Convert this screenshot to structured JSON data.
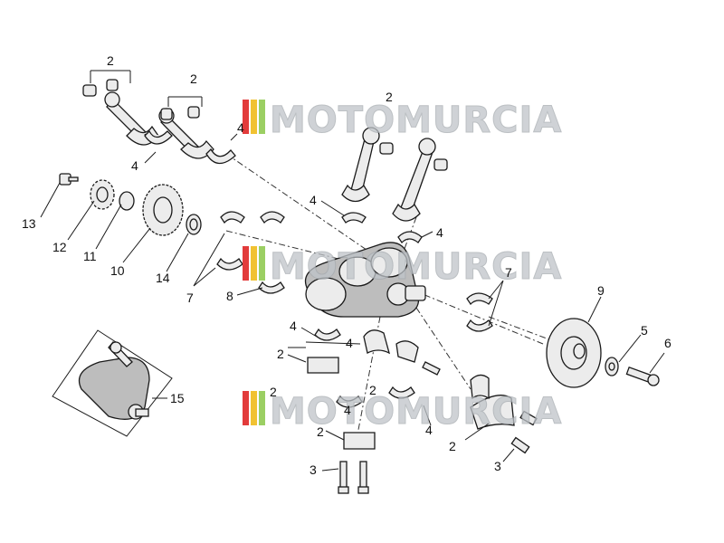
{
  "watermark": {
    "text": "MOTOMURCIA",
    "colors": [
      "#e23b3b",
      "#f1c232",
      "#9bcf63",
      "#bfc4c9"
    ]
  },
  "callouts": {
    "c2a": "2",
    "c2b": "2",
    "c2c": "2",
    "c2d": "2",
    "c2e": "2",
    "c2f": "2",
    "c2g": "2",
    "c2h": "2",
    "c4a": "4",
    "c4b": "4",
    "c4c": "4",
    "c4d": "4",
    "c4e": "4",
    "c4f": "4",
    "c4g": "4",
    "c4h": "4",
    "c3a": "3",
    "c3b": "3",
    "c5": "5",
    "c6": "6",
    "c7a": "7",
    "c7b": "7",
    "c8": "8",
    "c9": "9",
    "c10": "10",
    "c11": "11",
    "c12": "12",
    "c13": "13",
    "c14": "14",
    "c15": "15"
  }
}
